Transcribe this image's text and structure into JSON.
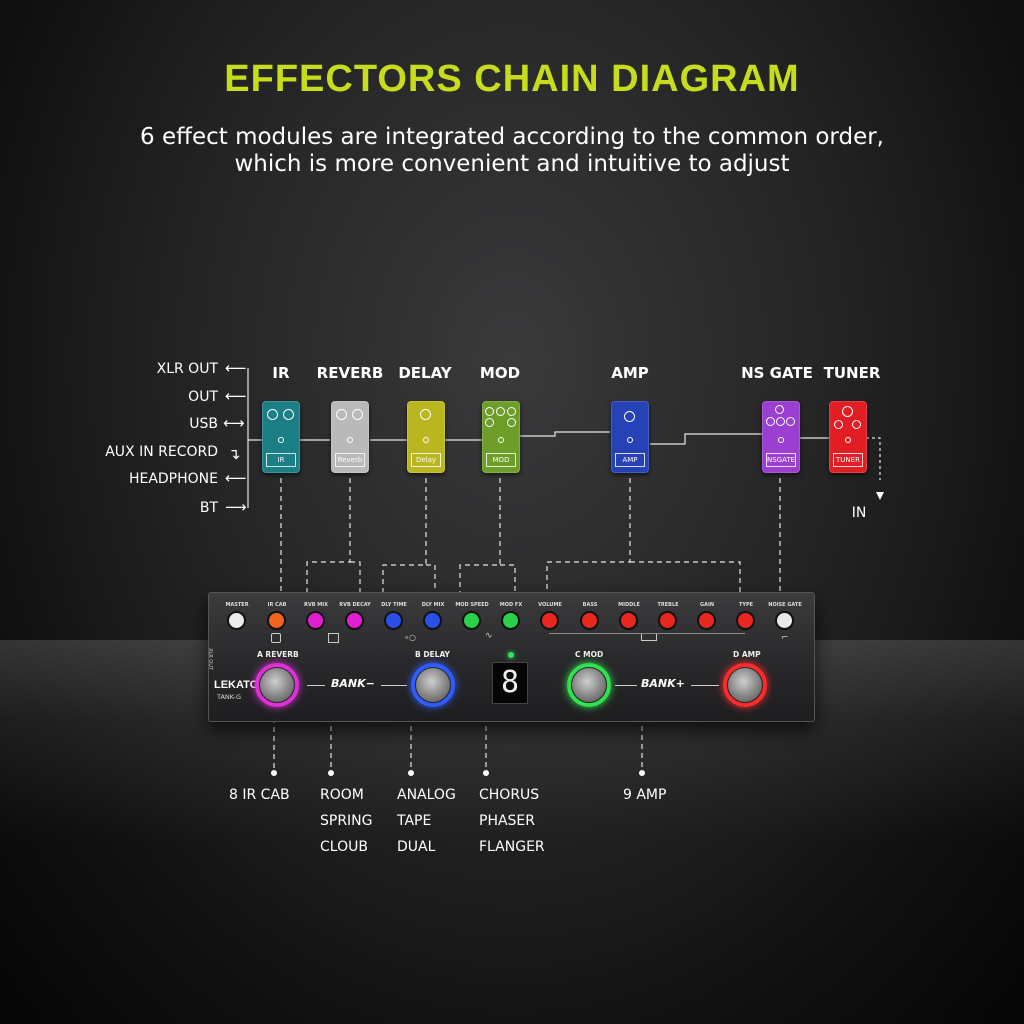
{
  "header": {
    "title": "EFFECTORS CHAIN DIAGRAM",
    "subtitle_line1": "6 effect modules are integrated according to the common order,",
    "subtitle_line2": "which is more convenient and intuitive to adjust"
  },
  "io": {
    "xlr_out": "XLR OUT",
    "out": "OUT",
    "usb": "USB",
    "aux_in_record": "AUX IN RECORD",
    "headphone": "HEADPHONE",
    "bt": "BT",
    "in": "IN"
  },
  "modules": {
    "ir": {
      "name": "IR",
      "pedal_label": "IR",
      "color": "#1d7f86"
    },
    "reverb": {
      "name": "REVERB",
      "pedal_label": "Reverb",
      "color": "#b9b9b9"
    },
    "delay": {
      "name": "DELAY",
      "pedal_label": "Delay",
      "color": "#b9b61f"
    },
    "mod": {
      "name": "MOD",
      "pedal_label": "MOD",
      "color": "#6d9e2a"
    },
    "amp": {
      "name": "AMP",
      "pedal_label": "AMP",
      "color": "#2642b6"
    },
    "ns_gate": {
      "name": "NS GATE",
      "pedal_label": "NSGATE",
      "color": "#9a3fd0"
    },
    "tuner": {
      "name": "TUNER",
      "pedal_label": "TUNER",
      "color": "#e01e24"
    }
  },
  "device": {
    "brand": "LEKATO",
    "model": "TANK-G",
    "xlr_out_label": "XLR OUT",
    "display_value": "8",
    "knobs": {
      "master": "MASTER",
      "ir_cab": "IR CAB",
      "rvb_mix": "RVB MIX",
      "rvb_decay": "RVB DECAY",
      "dly_time": "DLY TIME",
      "dly_mix": "DLY MIX",
      "mod_speed": "MOD SPEED",
      "mod_fx": "MOD FX",
      "volume": "VOLUME",
      "bass": "BASS",
      "middle": "MIDDLE",
      "treble": "TREBLE",
      "gain": "GAIN",
      "type": "TYPE",
      "noise_gate": "NOISE GATE"
    },
    "footswitches": {
      "a": "A REVERB",
      "b": "B DELAY",
      "c": "C MOD",
      "d": "D AMP"
    },
    "bank_minus": "BANK−",
    "bank_plus": "BANK+"
  },
  "features": {
    "ir": [
      "8 IR CAB"
    ],
    "reverb": [
      "ROOM",
      "SPRING",
      "CLOUB"
    ],
    "delay": [
      "ANALOG",
      "TAPE",
      "DUAL"
    ],
    "mod": [
      "CHORUS",
      "PHASER",
      "FLANGER"
    ],
    "amp": [
      "9 AMP"
    ]
  }
}
